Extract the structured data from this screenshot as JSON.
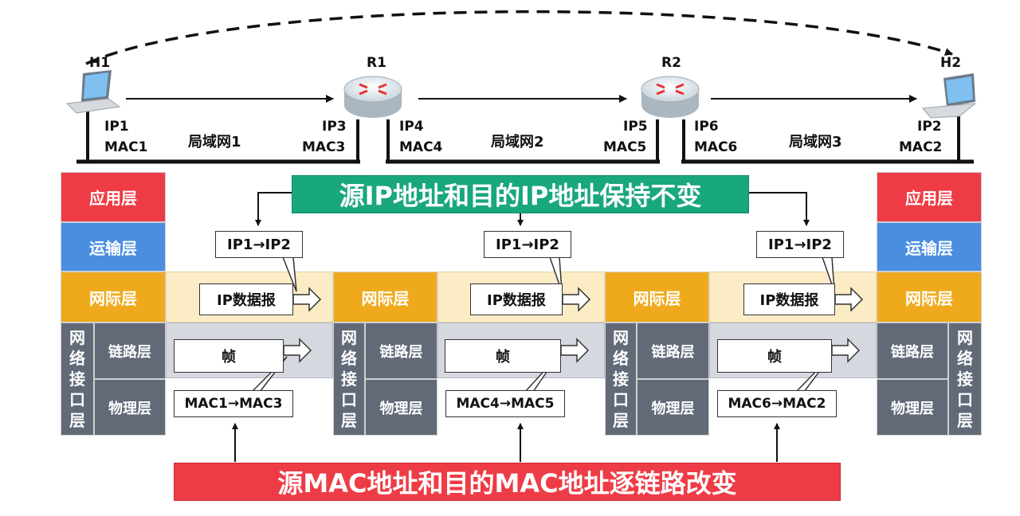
{
  "nodes": {
    "h1": {
      "label": "H1",
      "ip": "IP1",
      "mac": "MAC1"
    },
    "r1": {
      "label": "R1",
      "ip_left": "IP3",
      "mac_left": "MAC3",
      "ip_right": "IP4",
      "mac_right": "MAC4"
    },
    "r2": {
      "label": "R2",
      "ip_left": "IP5",
      "mac_left": "MAC5",
      "ip_right": "IP6",
      "mac_right": "MAC6"
    },
    "h2": {
      "label": "H2",
      "ip": "IP2",
      "mac": "MAC2"
    }
  },
  "lans": [
    "局域网1",
    "局域网2",
    "局域网3"
  ],
  "layers": {
    "application": "应用层",
    "transport": "运输层",
    "internet": "网际层",
    "link": "链路层",
    "physical": "物理层",
    "network_interface": [
      "网",
      "络",
      "接",
      "口",
      "层"
    ]
  },
  "segments": [
    {
      "ip_pair": "IP1→IP2",
      "datagram": "IP数据报",
      "frame": "帧",
      "mac_pair": "MAC1→MAC3"
    },
    {
      "ip_pair": "IP1→IP2",
      "datagram": "IP数据报",
      "frame": "帧",
      "mac_pair": "MAC4→MAC5"
    },
    {
      "ip_pair": "IP1→IP2",
      "datagram": "IP数据报",
      "frame": "帧",
      "mac_pair": "MAC6→MAC2"
    }
  ],
  "banners": {
    "ip_unchanged": "源IP地址和目的IP地址保持不变",
    "mac_changes": "源MAC地址和目的MAC地址逐链路改变"
  },
  "colors": {
    "application": "#ee3c46",
    "transport": "#4a8ee0",
    "internet": "#eeaa1c",
    "network_interface": "#626a78",
    "ip_banner": "#19a77d",
    "mac_banner": "#ee3c46"
  }
}
